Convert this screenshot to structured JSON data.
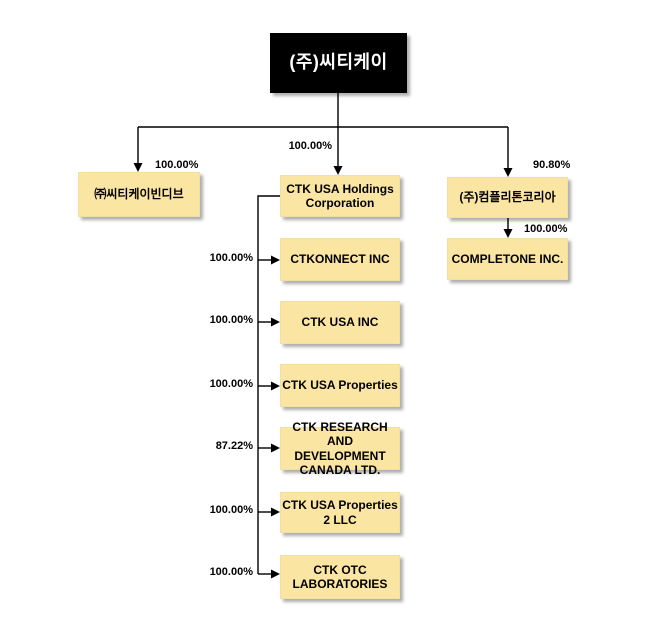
{
  "root": {
    "label": "(주)씨티케이"
  },
  "branches": [
    {
      "label": "㈜씨티케이빈디브",
      "ownership": "100.00%"
    },
    {
      "label": "CTK USA Holdings Corporation",
      "ownership": "100.00%"
    },
    {
      "label": "(주)컴플리톤코리아",
      "ownership": "90.80%"
    }
  ],
  "holdings_subsidiaries": [
    {
      "label": "CTKONNECT INC",
      "ownership": "100.00%"
    },
    {
      "label": "CTK USA INC",
      "ownership": "100.00%"
    },
    {
      "label": "CTK USA Properties",
      "ownership": "100.00%"
    },
    {
      "label": "CTK RESEARCH AND DEVELOPMENT CANADA LTD.",
      "ownership": "87.22%"
    },
    {
      "label": "CTK USA Properties 2 LLC",
      "ownership": "100.00%"
    },
    {
      "label": "CTK OTC LABORATORIES",
      "ownership": "100.00%"
    }
  ],
  "completone_subsidiaries": [
    {
      "label": "COMPLETONE INC.",
      "ownership": "100.00%"
    }
  ],
  "colors": {
    "node_fill": "#FBE5A2",
    "root_fill": "#000000",
    "root_text": "#FFFFFF",
    "line": "#000000",
    "background": "#FFFFFF"
  }
}
